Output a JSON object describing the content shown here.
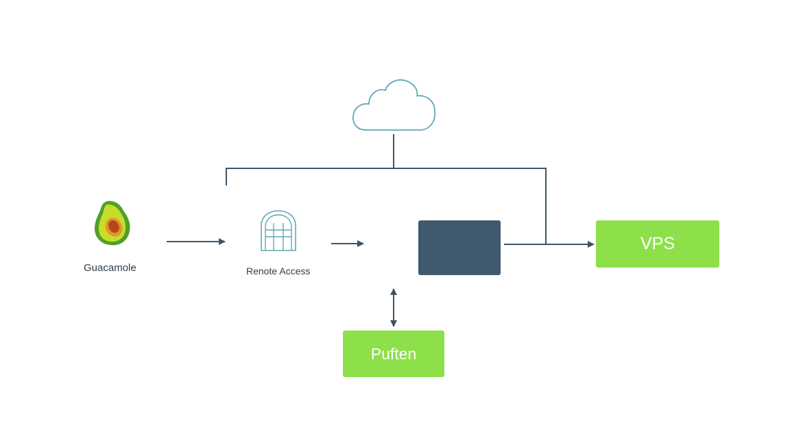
{
  "nodes": {
    "guacamole": {
      "label": "Guacamole",
      "icon": "avocado-icon"
    },
    "remote_access": {
      "label": "Renote Access",
      "icon": "remote-access-gateway-icon"
    },
    "server": {
      "label": "",
      "color": "#40596f"
    },
    "vps": {
      "label": "VPS",
      "color": "#8ee04a"
    },
    "puften": {
      "label": "Puften",
      "color": "#8ee04a"
    },
    "cloud": {
      "icon": "cloud-icon",
      "color": "#5fa8b3"
    }
  },
  "connectors": {
    "line_color": "#3d5566"
  }
}
